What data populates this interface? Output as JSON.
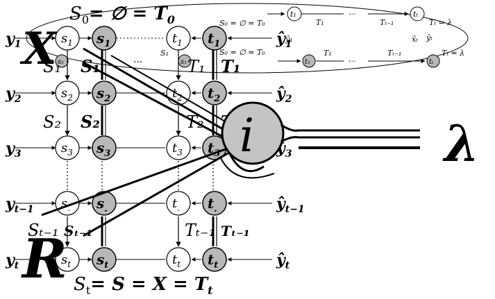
{
  "colors": {
    "ink": "#000000",
    "filled_node": "#b8b8b8",
    "open_node": "#ffffff",
    "bg": "#ffffff"
  },
  "top_equation": {
    "prefix": "S",
    "sub": "0",
    "eq": "= ∅ = T",
    "sub2": "0"
  },
  "bottom_equation": {
    "prefix": "S",
    "sub": "t",
    "eq": "= S = X = T",
    "sub2": "t"
  },
  "big_i": "i",
  "big_lambda": "λ",
  "big_R": "R",
  "big_X": "X",
  "mini_rows": [
    {
      "s0": "S₀ = ∅ = T₀",
      "t1": "t₁",
      "T1": "T₁",
      "dots": "···",
      "Tt1": "Tₜ₋₁",
      "tt": "tₜ",
      "Tt": "Tₜ = λ",
      "y1": "ŷ₁",
      "yt": "ŷₜ",
      "xt": "x̂ₜ"
    },
    {
      "s0": "S₀ = ∅ = T₀",
      "t1": "t₁",
      "T1": "T₁",
      "dots": "···",
      "Tt1": "Tₜ₋₁",
      "tt": "tₜ",
      "Tt": "Tₜ = λ",
      "s1": "s₁",
      "S1": "S₁"
    }
  ],
  "rows": [
    {
      "y": "y",
      "ysub": "1",
      "s": "s",
      "ssub": "1",
      "t": "t",
      "tsub": "1",
      "yhat": "ŷ",
      "yhsub": "1"
    },
    {
      "y": "y",
      "ysub": "2",
      "s": "s",
      "ssub": "2",
      "t": "t",
      "tsub": "2",
      "yhat": "ŷ",
      "yhsub": "2"
    },
    {
      "y": "y",
      "ysub": "3",
      "s": "s",
      "ssub": "3",
      "t": "t",
      "tsub": "3",
      "yhat": "ŷ",
      "yhsub": "3"
    },
    {
      "y": "y",
      "ysub": "t−1",
      "s": "s",
      "ssub": ".",
      "t": "t",
      "tsub": ".",
      "yhat": "ŷ",
      "yhsub": "t−1"
    },
    {
      "y": "y",
      "ysub": "t",
      "s": "s",
      "ssub": "t",
      "t": "t",
      "tsub": "t",
      "yhat": "ŷ",
      "yhsub": "t"
    }
  ],
  "edge_labels": {
    "S1": "S₁",
    "S2": "S₂",
    "St1": "Sₜ₋₁",
    "T1": "T₁",
    "T2": "T₂",
    "Tt1": "Tₜ₋₁",
    "dots": "···"
  }
}
